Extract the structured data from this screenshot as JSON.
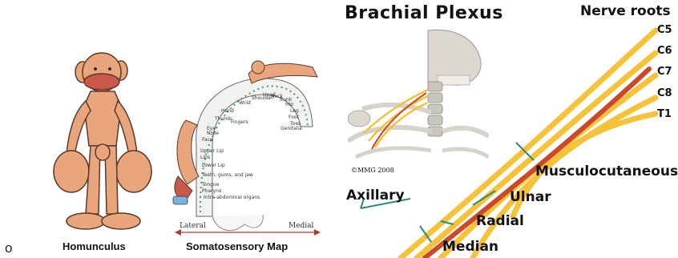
{
  "bullet": "o",
  "homunculus": {
    "caption": "Homunculus"
  },
  "somatosensory_map": {
    "caption": "Somatosensory Map",
    "lateral_label": "Lateral",
    "medial_label": "Medial",
    "parts": [
      "Face",
      "Upper Lip",
      "Lips",
      "Lower Lip",
      "Teeth, gums, and jaw",
      "Tongue",
      "Pharynx",
      "Intra-abdominal organs",
      "Hand",
      "Fingers",
      "Eye",
      "Nose",
      "Thumb",
      "Wrist",
      "Shoulder",
      "Head",
      "Neck",
      "Trunk",
      "Hip",
      "Leg",
      "Foot",
      "Toes",
      "Genitalia"
    ]
  },
  "brachial_plexus": {
    "title": "Brachial Plexus",
    "copyright": "©MMG 2008",
    "nerve_roots_title": "Nerve roots",
    "roots": [
      "C5",
      "C6",
      "C7",
      "C8",
      "T1"
    ],
    "nerves": [
      "Musculocutaneous",
      "Axillary",
      "Ulnar",
      "Radial",
      "Median"
    ],
    "colors": {
      "nerve": "#f6c23a",
      "artery": "#c9492a",
      "pointer": "#2b8a7e",
      "skin": "#e7a57e",
      "bone": "#d9d6cf"
    }
  }
}
